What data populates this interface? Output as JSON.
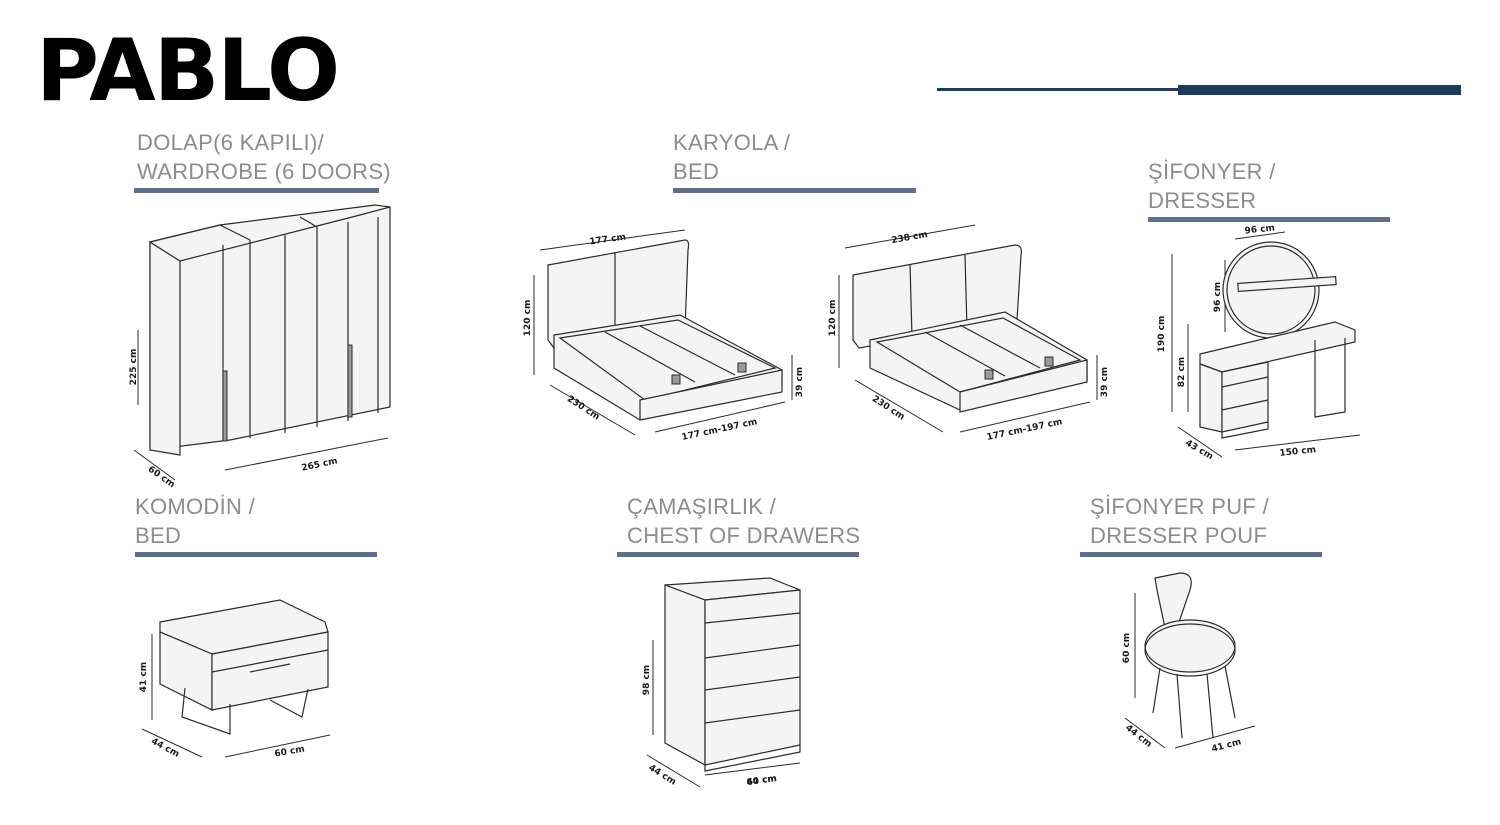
{
  "brand": {
    "name": "PABLO",
    "accent_color": "#1f3a5f",
    "underline_color": "#5d6f8c"
  },
  "sections": {
    "wardrobe": {
      "line1": "DOLAP(6 KAPILI)/",
      "line2": "WARDROBE (6 DOORS)",
      "dims": {
        "height": "225 cm",
        "depth": "60 cm",
        "width": "265 cm"
      }
    },
    "bed": {
      "line1": "KARYOLA /",
      "line2": "BED",
      "small": {
        "top": "177 cm",
        "headboard": "120 cm",
        "length": "230 cm",
        "width": "177 cm-197 cm",
        "frame": "39 cm"
      },
      "large": {
        "top": "238 cm",
        "headboard": "120 cm",
        "length": "230 cm",
        "width": "177 cm-197 cm",
        "frame": "39 cm"
      }
    },
    "dresser": {
      "line1": "ŞİFONYER /",
      "line2": "DRESSER",
      "dims": {
        "mirror_width": "96 cm",
        "mirror_height": "96 cm",
        "total_height": "190 cm",
        "height": "82 cm",
        "depth": "43 cm",
        "width": "150 cm"
      }
    },
    "nightstand": {
      "line1": "KOMODİN /",
      "line2": "BED",
      "dims": {
        "height": "41 cm",
        "depth": "44 cm",
        "width": "60 cm"
      }
    },
    "chest": {
      "line1": "ÇAMAŞIRLIK /",
      "line2": "CHEST OF DRAWERS",
      "dims": {
        "height": "98 cm",
        "depth": "44 cm",
        "width": "60 cm"
      }
    },
    "pouf": {
      "line1": "ŞİFONYER PUF /",
      "line2": "DRESSER POUF",
      "dims": {
        "height": "60 cm",
        "depth": "44 cm",
        "width": "41 cm"
      }
    }
  }
}
